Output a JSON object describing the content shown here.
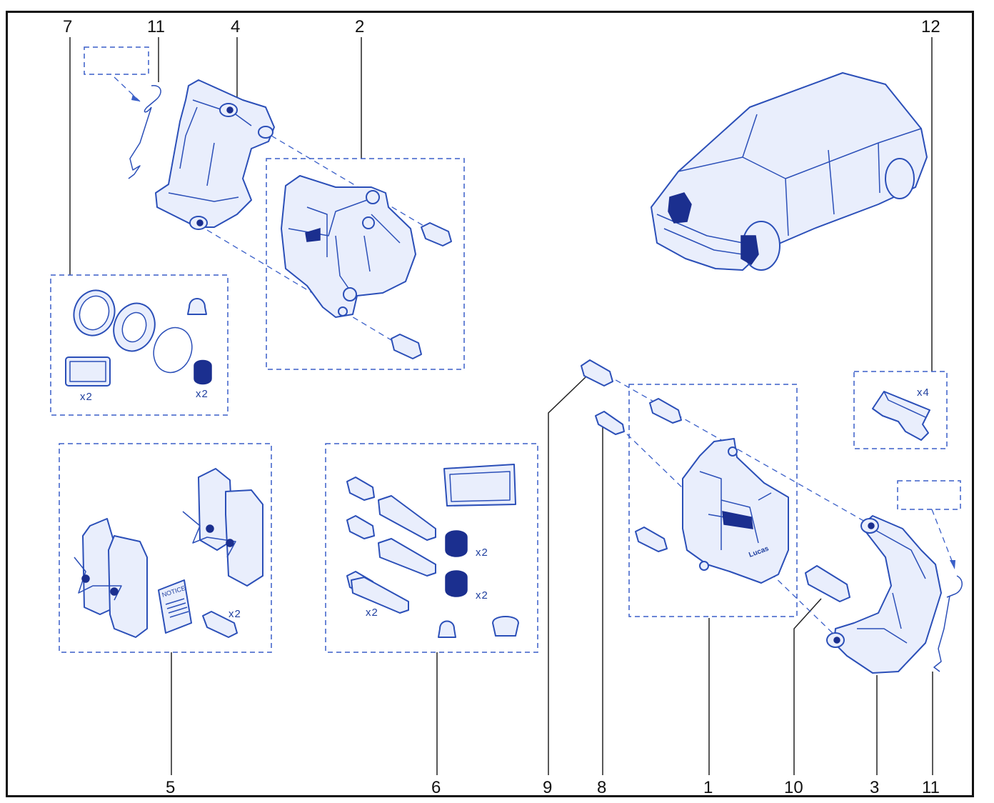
{
  "title": "",
  "callouts": [
    "7",
    "11",
    "4",
    "2",
    "12",
    "9",
    "8",
    "1",
    "10",
    "3",
    "11",
    "5",
    "6"
  ],
  "quantities": {
    "seal_kit_x2_a": "x2",
    "seal_kit_x2_b": "x2",
    "clip_x4": "x4",
    "pad_bolt_x2": "x2",
    "boot_x2_a": "x2",
    "boot_x2_b": "x2",
    "pin_x2": "x2"
  },
  "labels": {
    "notice": "NOTICE",
    "brand": "Lucas"
  },
  "colors": {
    "line_art": "#2b4fb8",
    "leader": "#222222",
    "frame": "#111111"
  }
}
